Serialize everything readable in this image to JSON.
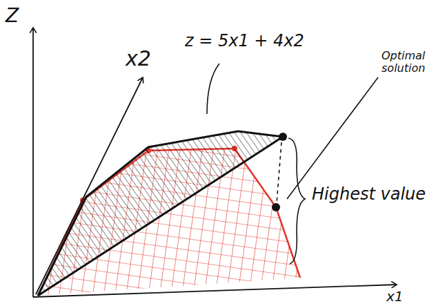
{
  "diagram": {
    "labels": [
      "Z",
      "x2",
      "x1",
      "z = 5x1 + 4x2",
      "Optimal solution",
      "Highest value"
    ]
  }
}
